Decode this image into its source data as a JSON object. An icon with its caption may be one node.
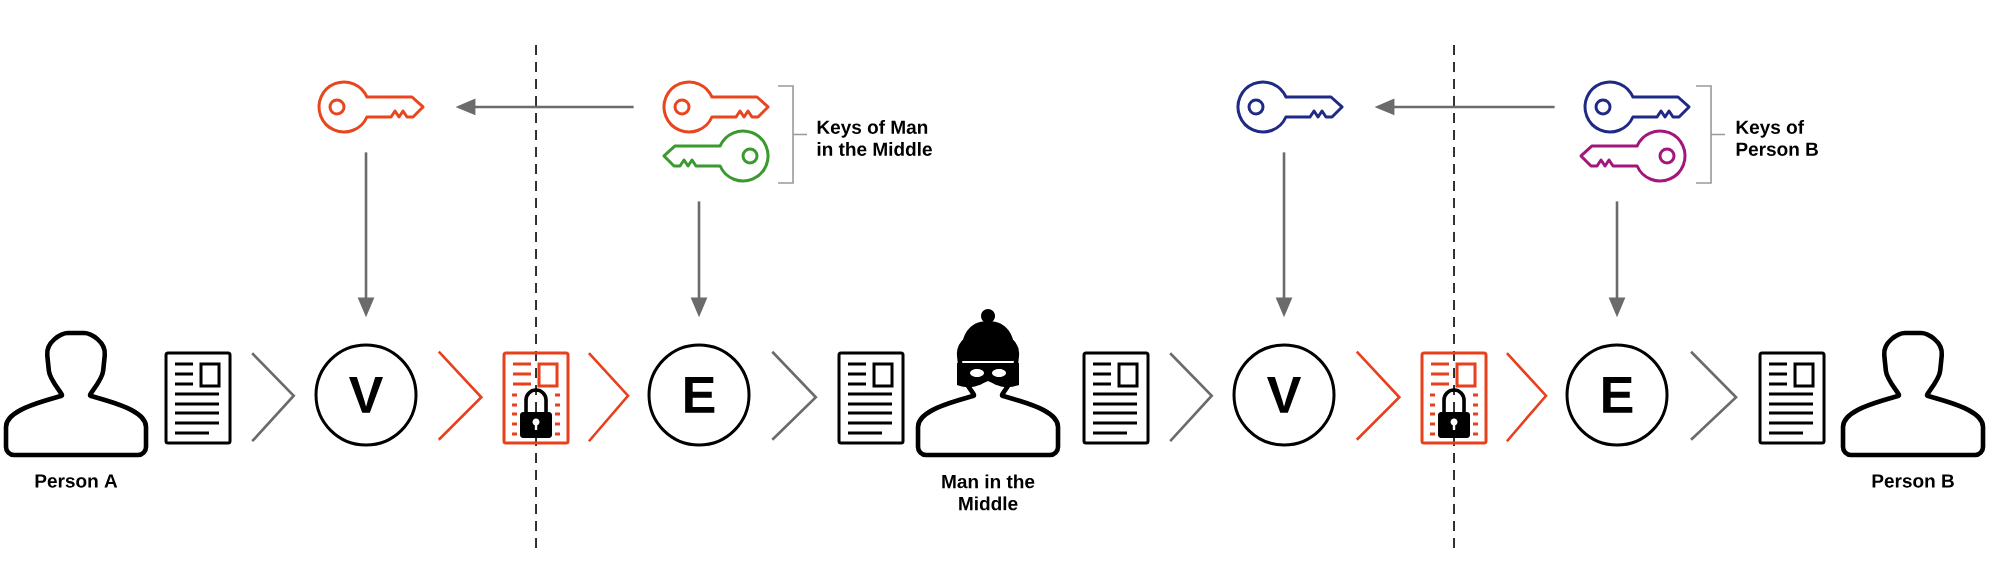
{
  "diagram": {
    "nodes": [
      {
        "text": [],
        "shape": "key"
      },
      {
        "text": [],
        "shape": "key"
      },
      {
        "text": [],
        "shape": "key"
      },
      {
        "text": [],
        "shape": "key"
      },
      {
        "text": [],
        "shape": "key"
      },
      {
        "text": [],
        "shape": "key"
      },
      {
        "text": [
          "Person A"
        ]
      },
      {
        "text": [],
        "shape": "document"
      },
      {
        "text": [
          "V"
        ]
      },
      {
        "text": [],
        "shape": "document"
      },
      {
        "text": [
          "E"
        ]
      },
      {
        "text": [],
        "shape": "document"
      },
      {
        "text": [
          "Man in the Middle"
        ]
      },
      {
        "text": [],
        "shape": "document"
      },
      {
        "text": [
          "V"
        ]
      },
      {
        "text": [],
        "shape": "document"
      },
      {
        "text": [
          "E"
        ]
      },
      {
        "text": [],
        "shape": "document"
      },
      {
        "text": [
          "Person B"
        ]
      }
    ],
    "edges": [
      {
        "from": 1,
        "to": 0,
        "arrow": "to"
      },
      {
        "from": 0,
        "to": 8,
        "arrow": "to"
      },
      {
        "from": 2,
        "to": 10,
        "arrow": "to"
      },
      {
        "from": 4,
        "to": 3,
        "arrow": "to"
      },
      {
        "from": 3,
        "to": 14,
        "arrow": "to"
      },
      {
        "from": 5,
        "to": 16,
        "arrow": "to"
      },
      {
        "from": 7,
        "to": 8,
        "arrow": "to"
      },
      {
        "from": 8,
        "to": 9,
        "arrow": "to",
        "color": "#e8401c"
      },
      {
        "from": 9,
        "to": 10,
        "arrow": "to",
        "color": "#e8401c"
      },
      {
        "from": 10,
        "to": 11,
        "arrow": "to"
      },
      {
        "from": 13,
        "to": 14,
        "arrow": "to"
      },
      {
        "from": 14,
        "to": 15,
        "arrow": "to",
        "color": "#e8401c"
      },
      {
        "from": 15,
        "to": 16,
        "arrow": "to",
        "color": "#e8401c"
      },
      {
        "from": 16,
        "to": 17,
        "arrow": "to"
      }
    ],
    "labels": [
      "Keys of Man in the Middle",
      "Keys of Person B"
    ]
  }
}
